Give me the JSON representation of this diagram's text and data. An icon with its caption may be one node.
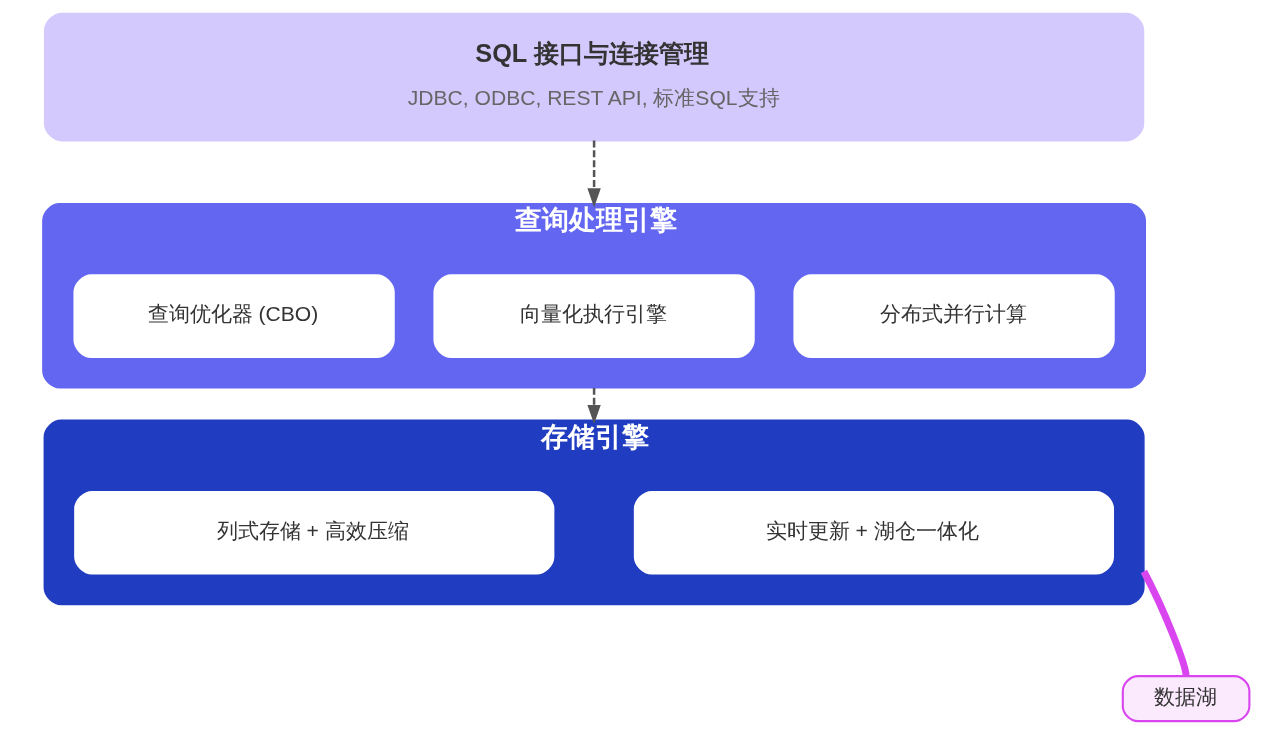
{
  "diagram": {
    "nodes": [
      {
        "text": [
          "SQL 接口与连接管理",
          "JDBC, ODBC, REST API, 标准SQL支持"
        ]
      },
      {
        "text": [
          "查询处理引擎"
        ]
      },
      {
        "text": [
          "查询优化器 (CBO)"
        ],
        "in": 1
      },
      {
        "text": [
          "向量化执行引擎"
        ],
        "in": 1
      },
      {
        "text": [
          "分布式并行计算"
        ],
        "in": 1
      },
      {
        "text": [
          "存储引擎"
        ]
      },
      {
        "text": [
          "列式存储 + 高效压缩"
        ],
        "in": 5
      },
      {
        "text": [
          "实时更新 + 湖仓一体化"
        ],
        "in": 5
      },
      {
        "text": [
          "数据湖"
        ]
      }
    ],
    "edges": [
      {
        "from": 0,
        "to": 1,
        "arrow": "to",
        "style": "dashed"
      },
      {
        "from": 1,
        "to": 5,
        "arrow": "to",
        "style": "dashed"
      },
      {
        "from": 5,
        "to": 8,
        "arrow": "none",
        "style": "thick",
        "color": "#d946ef"
      }
    ]
  }
}
